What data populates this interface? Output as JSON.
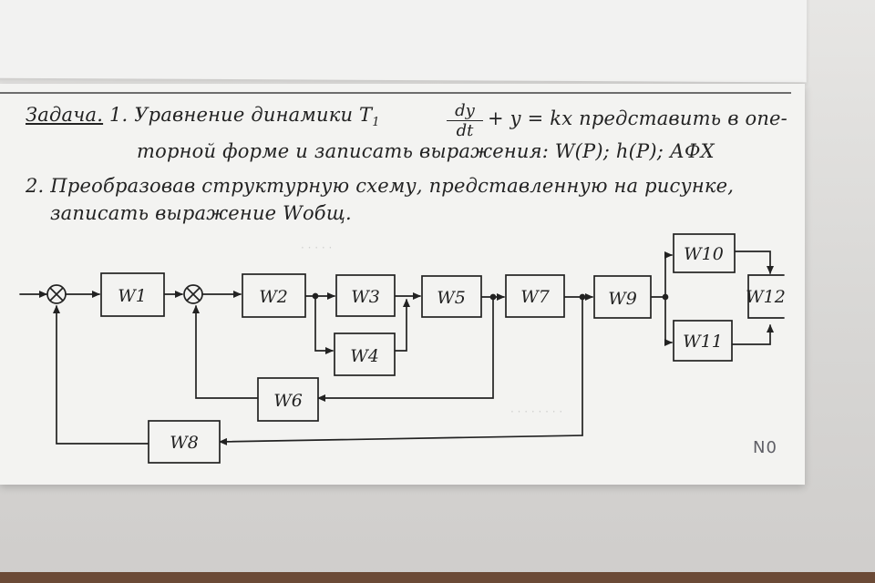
{
  "task": {
    "label": "Задача.",
    "line1_a": "1. Уравнение динамики T",
    "line1_sub": "1",
    "fraction_num": "dy",
    "fraction_den": "dt",
    "line1_b": "+ y = kx представить в опе-",
    "line2": "торной форме и записать выражения: W(P); h(P); АФХ",
    "line3": "2. Преобразовав структурную схему, представленную на рисунке,",
    "line4": "записать выражение Wобщ."
  },
  "blocks": [
    {
      "id": "w1",
      "label": "W1"
    },
    {
      "id": "w2",
      "label": "W2"
    },
    {
      "id": "w3",
      "label": "W3"
    },
    {
      "id": "w4",
      "label": "W4"
    },
    {
      "id": "w5",
      "label": "W5"
    },
    {
      "id": "w6",
      "label": "W6"
    },
    {
      "id": "w7",
      "label": "W7"
    },
    {
      "id": "w8",
      "label": "W8"
    },
    {
      "id": "w9",
      "label": "W9"
    },
    {
      "id": "w10",
      "label": "W10"
    },
    {
      "id": "w11",
      "label": "W11"
    },
    {
      "id": "w12",
      "label": "W12"
    }
  ],
  "stamp": "N0",
  "colors": {
    "ink": "#222222",
    "paper": "#f3f3f1",
    "pencil": "#5f5f66"
  }
}
